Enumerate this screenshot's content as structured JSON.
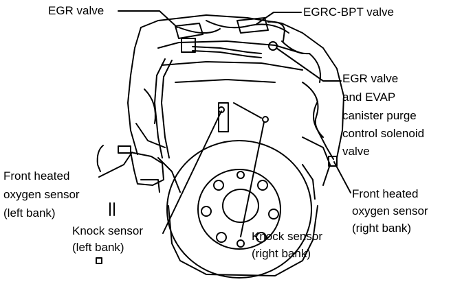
{
  "labels": {
    "egr_valve": "EGR valve",
    "egrc_bpt_valve": "EGRC-BPT valve",
    "egr_evap_solenoid": [
      "EGR valve",
      "and EVAP",
      "canister purge",
      "control solenoid",
      "valve"
    ],
    "front_o2_left": [
      "Front heated",
      "oxygen sensor",
      "(left bank)"
    ],
    "knock_left": [
      "Knock sensor",
      "(left bank)"
    ],
    "knock_right": [
      "Knock sensor",
      "(right bank)"
    ],
    "front_o2_right": [
      "Front heated",
      "oxygen sensor",
      "(right bank)"
    ]
  },
  "colors": {
    "ink": "#000000",
    "paper": "#ffffff"
  }
}
